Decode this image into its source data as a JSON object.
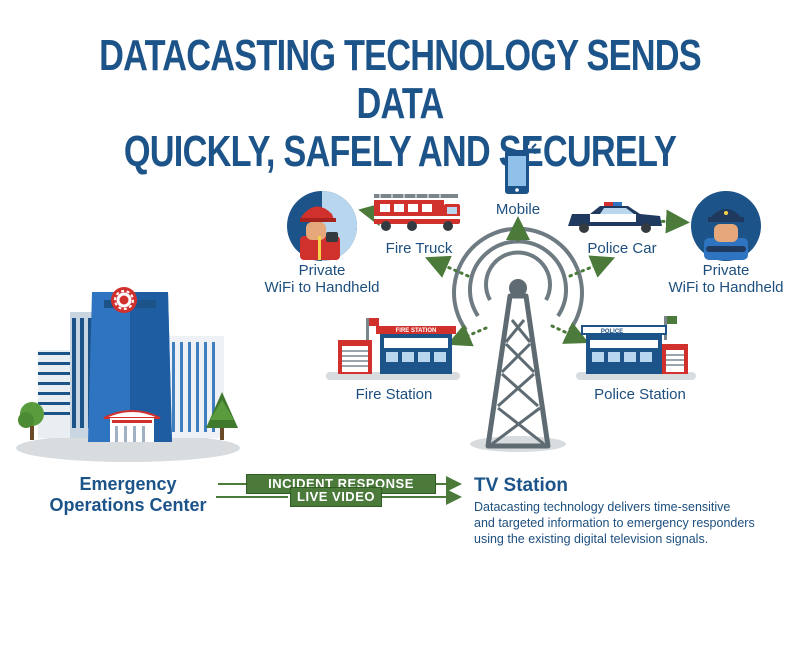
{
  "title": {
    "line1": "DATACASTING TECHNOLOGY SENDS DATA",
    "line2": "QUICKLY, SAFELY AND SECURELY"
  },
  "nodes": {
    "mobile": "Mobile",
    "fire_truck": "Fire Truck",
    "police_car": "Police Car",
    "left_wifi_line1": "Private",
    "left_wifi_line2": "WiFi to Handheld",
    "right_wifi_line1": "Private",
    "right_wifi_line2": "WiFi to Handheld",
    "fire_station": "Fire Station",
    "police_station": "Police Station"
  },
  "building_signs": {
    "fire_station_sign": "FIRE STATION",
    "police_station_sign": "POLICE"
  },
  "eoc": {
    "line1": "Emergency",
    "line2": "Operations Center"
  },
  "links": {
    "incident": "INCIDENT RESPONSE FILES",
    "video": "LIVE VIDEO"
  },
  "tv_station": {
    "heading": "TV Station",
    "desc_line1": "Datacasting technology delivers time-sensitive",
    "desc_line2": "and targeted information to emergency responders",
    "desc_line3": "using the existing digital television signals."
  },
  "colors": {
    "title_blue": "#1c5489",
    "label_blue": "#1d4f7e",
    "arrow_green": "#4b7a3a",
    "tower_gray": "#5f6b72",
    "fire_red": "#d0312d"
  }
}
